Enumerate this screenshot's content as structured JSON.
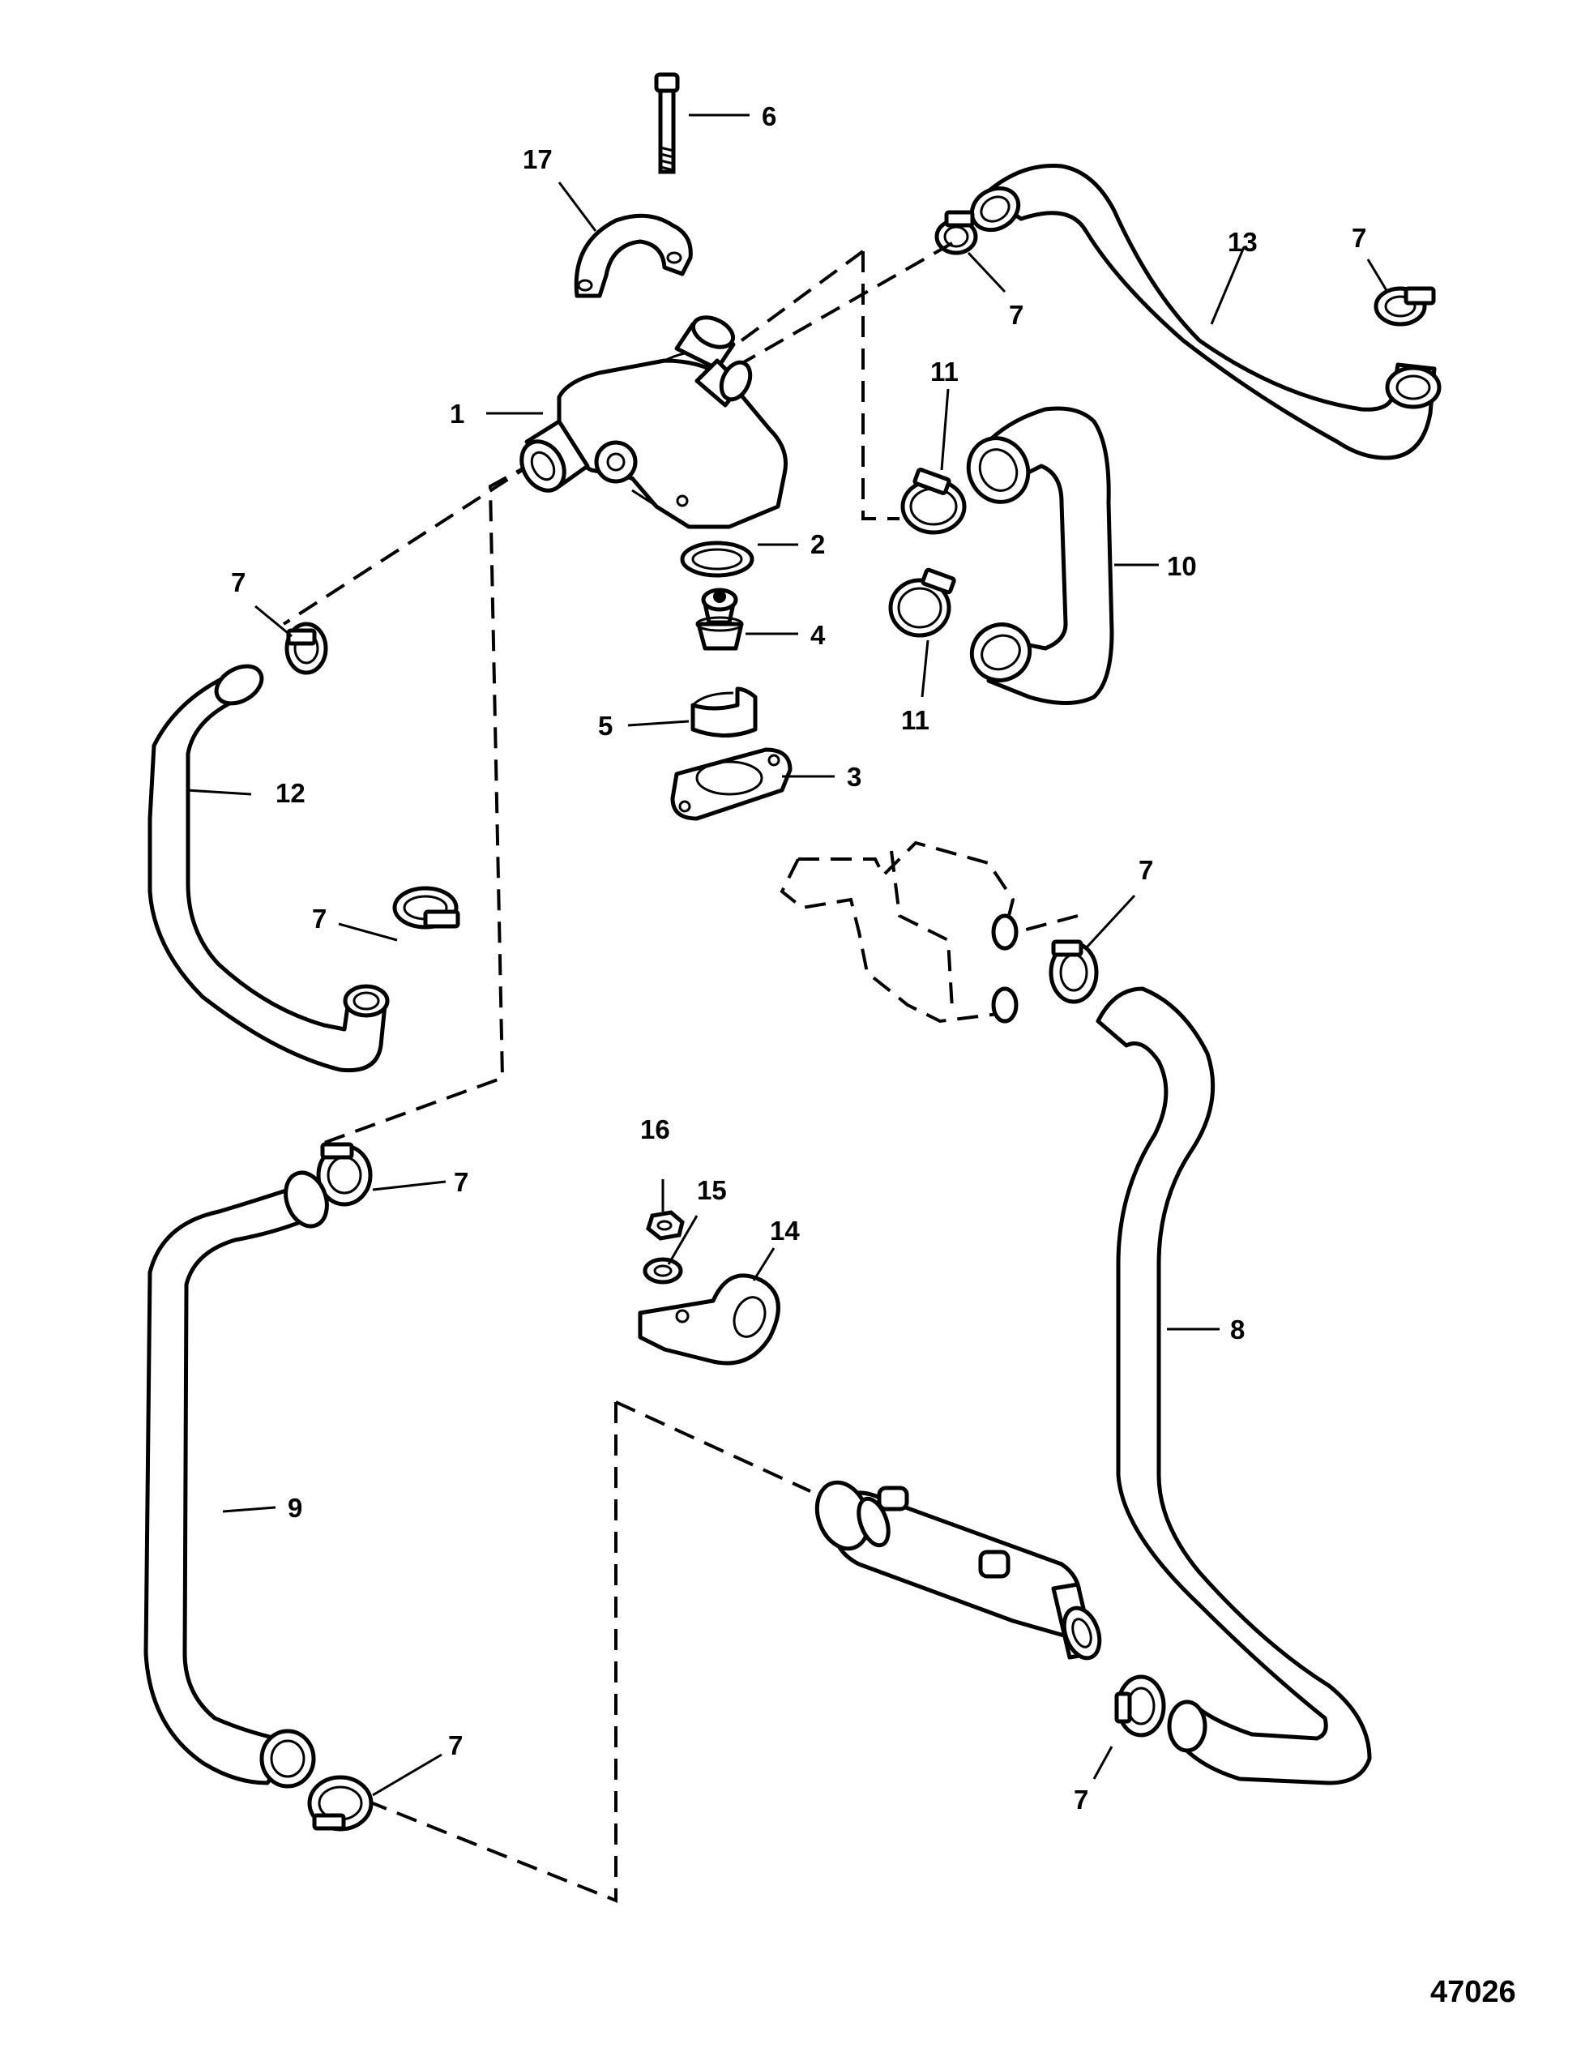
{
  "figure_number": "47026",
  "callouts": {
    "c1": "1",
    "c2": "2",
    "c3": "3",
    "c4": "4",
    "c5": "5",
    "c6": "6",
    "c7": "7",
    "c8": "8",
    "c9": "9",
    "c10": "10",
    "c11": "11",
    "c12": "12",
    "c13": "13",
    "c14": "14",
    "c15": "15",
    "c16": "16",
    "c17": "17"
  }
}
